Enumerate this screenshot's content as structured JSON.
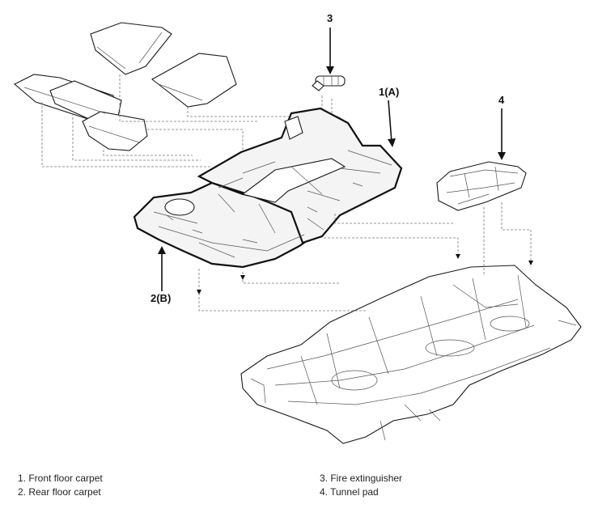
{
  "callouts": {
    "front_floor_carpet": "1(A)",
    "rear_floor_carpet": "2(B)",
    "fire_extinguisher": "3",
    "tunnel_pad": "4"
  },
  "legend": {
    "left": [
      "1. Front floor carpet",
      "2. Rear floor carpet"
    ],
    "right": [
      "3. Fire extinguisher",
      "4. Tunnel pad"
    ]
  }
}
